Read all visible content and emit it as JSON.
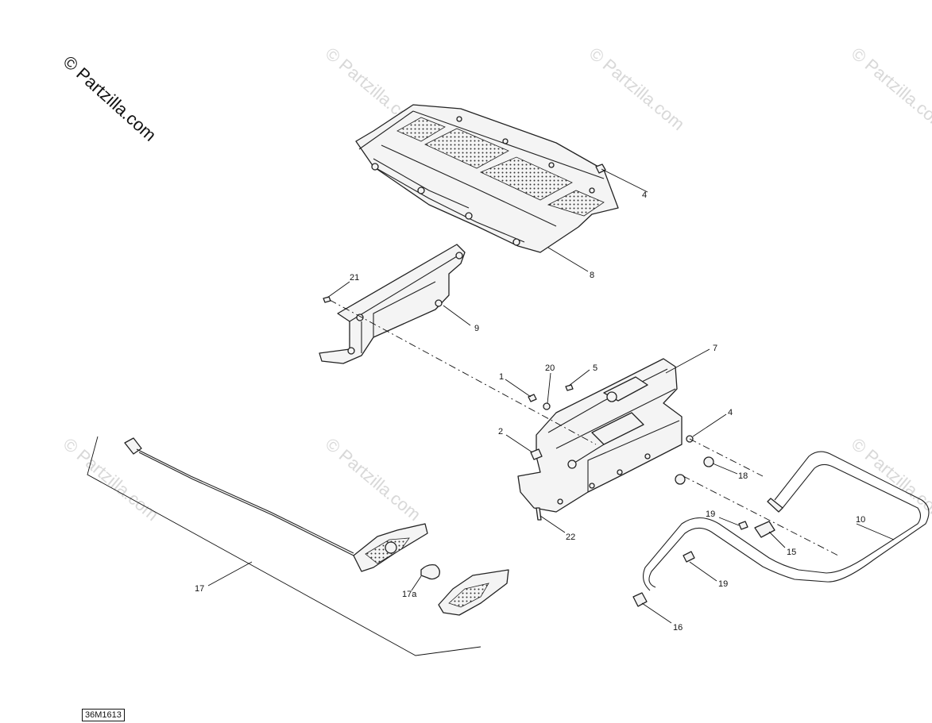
{
  "watermark": {
    "copyright": "© Partzilla.com",
    "faded": "© Partzilla.com"
  },
  "reference_code": "36M1613",
  "callouts": {
    "c1": "1",
    "c2": "2",
    "c4a": "4",
    "c4b": "4",
    "c5": "5",
    "c7": "7",
    "c8": "8",
    "c9": "9",
    "c10": "10",
    "c15": "15",
    "c16": "16",
    "c17": "17",
    "c17a": "17a",
    "c18": "18",
    "c19a": "19",
    "c19b": "19",
    "c20": "20",
    "c21": "21",
    "c22": "22"
  }
}
